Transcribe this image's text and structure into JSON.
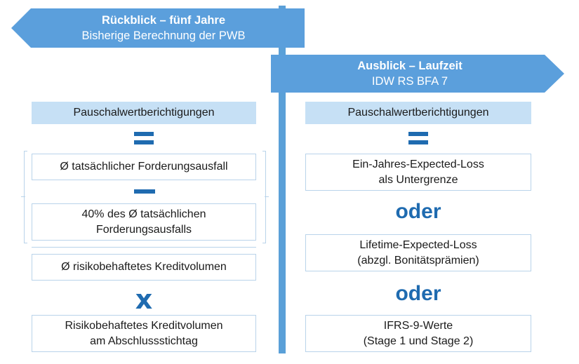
{
  "left_arrow": {
    "title": "Rückblick – fünf Jahre",
    "subtitle": "Bisherige Berechnung der PWB"
  },
  "right_arrow": {
    "title": "Ausblick – Laufzeit",
    "subtitle": "IDW RS BFA 7"
  },
  "left_column": {
    "header": "Pauschalwertberichtigungen",
    "box1": "Ø tatsächlicher Forderungsausfall",
    "box2_line1": "40% des Ø tatsächlichen",
    "box2_line2": "Forderungsausfalls",
    "box3": "Ø risikobehaftetes Kreditvolumen",
    "multiply_symbol": "x",
    "box4_line1": "Risikobehaftetes Kreditvolumen",
    "box4_line2": "am Abschlussstichtag"
  },
  "right_column": {
    "header": "Pauschalwertberichtigungen",
    "box1_line1": "Ein-Jahres-Expected-Loss",
    "box1_line2": "als Untergrenze",
    "oder1": "oder",
    "box2_line1": "Lifetime-Expected-Loss",
    "box2_line2": "(abzgl. Bonitätsprämien)",
    "oder2": "oder",
    "box3_line1": "IFRS-9-Werte",
    "box3_line2": "(Stage 1 und Stage 2)"
  },
  "colors": {
    "arrow": "#5b9fdc",
    "post": "#5aa0d8",
    "header_fill": "#c6e0f5",
    "operator": "#1f6bb0",
    "box_border": "#b9d3ea"
  }
}
